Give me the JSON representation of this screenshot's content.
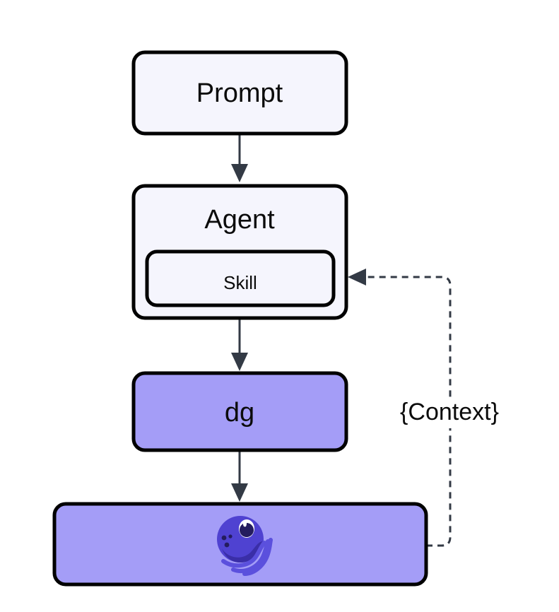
{
  "diagram": {
    "type": "flowchart",
    "direction": "top-to-bottom",
    "background_color": "#ffffff",
    "nodes": [
      {
        "id": "prompt",
        "label": "Prompt",
        "shape": "rounded-rect",
        "fill": "#f5f5fd",
        "stroke": "#000000"
      },
      {
        "id": "agent",
        "label": "Agent",
        "shape": "rounded-rect",
        "fill": "#f5f5fd",
        "stroke": "#000000"
      },
      {
        "id": "skill",
        "label": "Skill",
        "shape": "rounded-rect",
        "fill": "#f5f5fd",
        "stroke": "#000000",
        "parent": "agent"
      },
      {
        "id": "dg",
        "label": "dg",
        "shape": "rounded-rect",
        "fill": "#a49df7",
        "stroke": "#000000"
      },
      {
        "id": "octopus",
        "label": "",
        "icon": "octopus-icon",
        "shape": "rounded-rect",
        "fill": "#a49df7",
        "stroke": "#000000"
      }
    ],
    "edges": [
      {
        "id": "prompt-to-agent",
        "from": "prompt",
        "to": "agent",
        "style": "solid",
        "label": "",
        "color": "#333a45"
      },
      {
        "id": "agent-to-dg",
        "from": "agent",
        "to": "dg",
        "style": "solid",
        "label": "",
        "color": "#333a45"
      },
      {
        "id": "dg-to-octopus",
        "from": "dg",
        "to": "octopus",
        "style": "solid",
        "label": "",
        "color": "#333a45"
      },
      {
        "id": "octopus-to-agent",
        "from": "octopus",
        "to": "agent",
        "style": "dashed",
        "label": "{Context}",
        "color": "#333a45"
      }
    ],
    "icon_colors": {
      "octopus_head": "#4f42d1",
      "octopus_shadow": "#3a2ea8",
      "octopus_tentacle": "#5b50dd",
      "octopus_eye_white": "#ffffff",
      "octopus_pupil": "#241c5e"
    }
  }
}
